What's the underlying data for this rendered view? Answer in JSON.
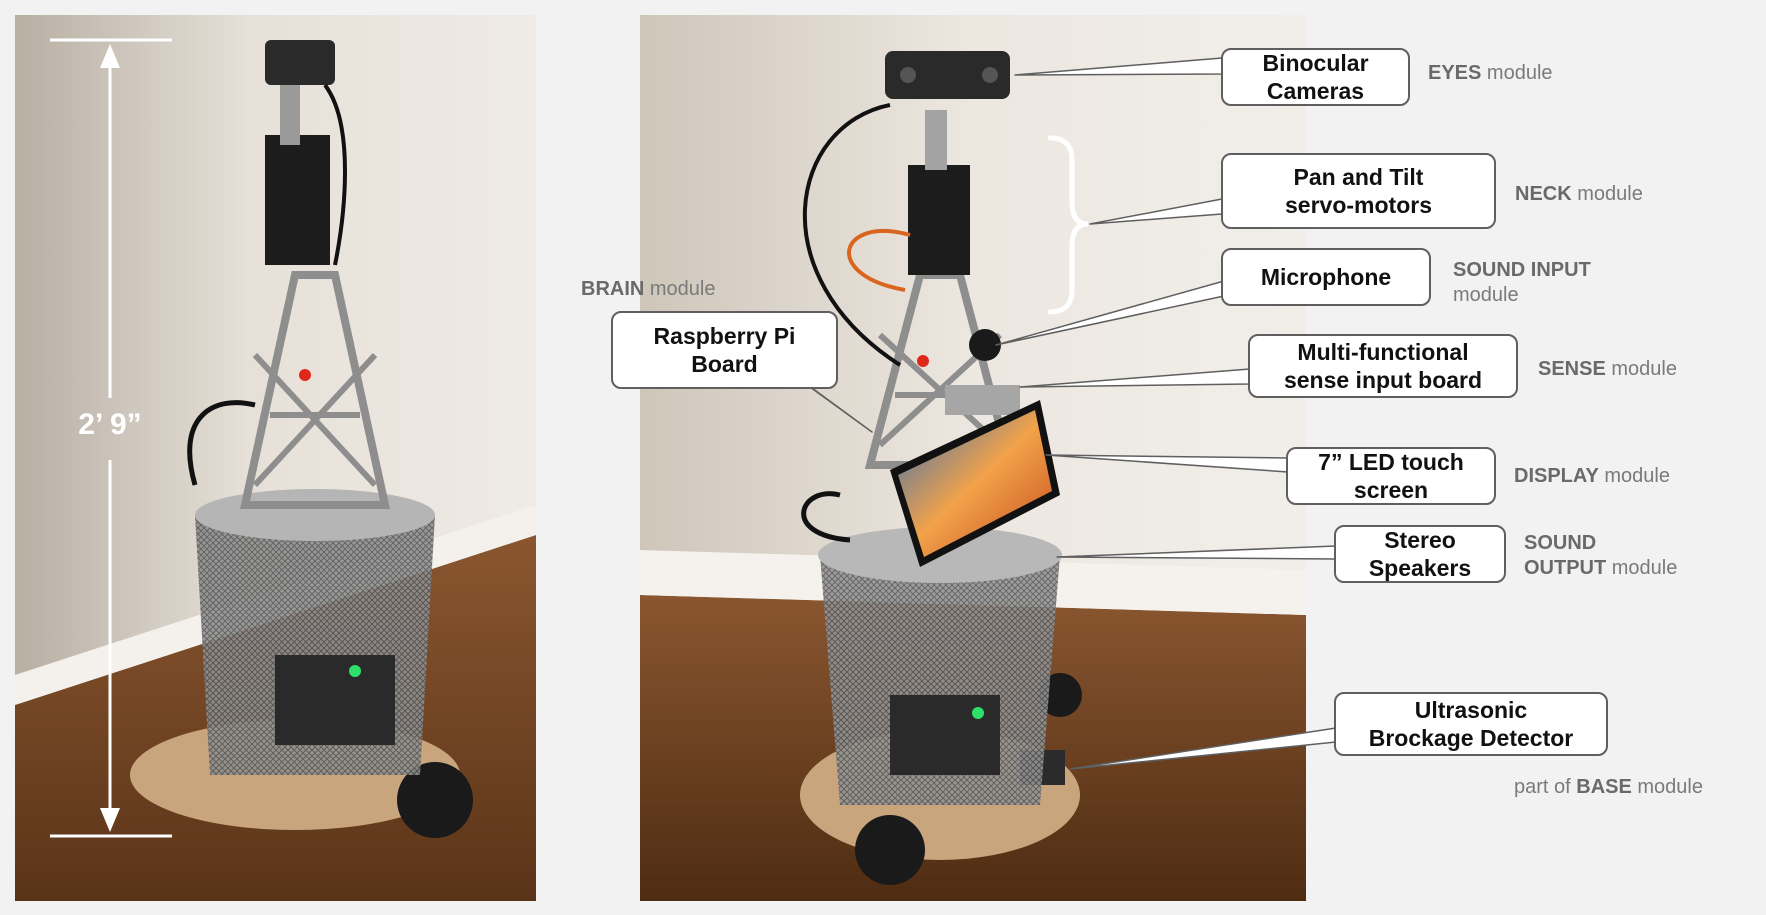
{
  "height_measurement": "2’ 9”",
  "callouts": {
    "binocular_cameras": "Binocular\nCameras",
    "pan_tilt": "Pan and Tilt\nservo-motors",
    "microphone": "Microphone",
    "raspberry_pi": "Raspberry Pi\nBoard",
    "sense_board": "Multi-functional\nsense input board",
    "touch_screen": "7” LED touch\nscreen",
    "stereo_speakers": "Stereo\nSpeakers",
    "ultrasonic": "Ultrasonic\nBrockage Detector"
  },
  "modules": {
    "eyes": {
      "name": "EYES",
      "suffix": " module"
    },
    "neck": {
      "name": "NECK",
      "suffix": " module"
    },
    "sound_input": {
      "name": "SOUND INPUT",
      "line2": "module"
    },
    "brain": {
      "name": "BRAIN",
      "suffix": " module"
    },
    "sense": {
      "name": "SENSE",
      "suffix": " module"
    },
    "display": {
      "name": "DISPLAY",
      "suffix": " module"
    },
    "sound_output": {
      "name_line1": "SOUND",
      "name_line2": "OUTPUT",
      "suffix": " module"
    },
    "base": {
      "prefix": "part of ",
      "name": "BASE",
      "suffix": " module"
    }
  },
  "colors": {
    "background": "#f2f2f2",
    "wall": "#e9e4de",
    "floor": "#7a4a26",
    "callout_border": "#5f5f5f",
    "module_text": "#7a7a7a"
  }
}
